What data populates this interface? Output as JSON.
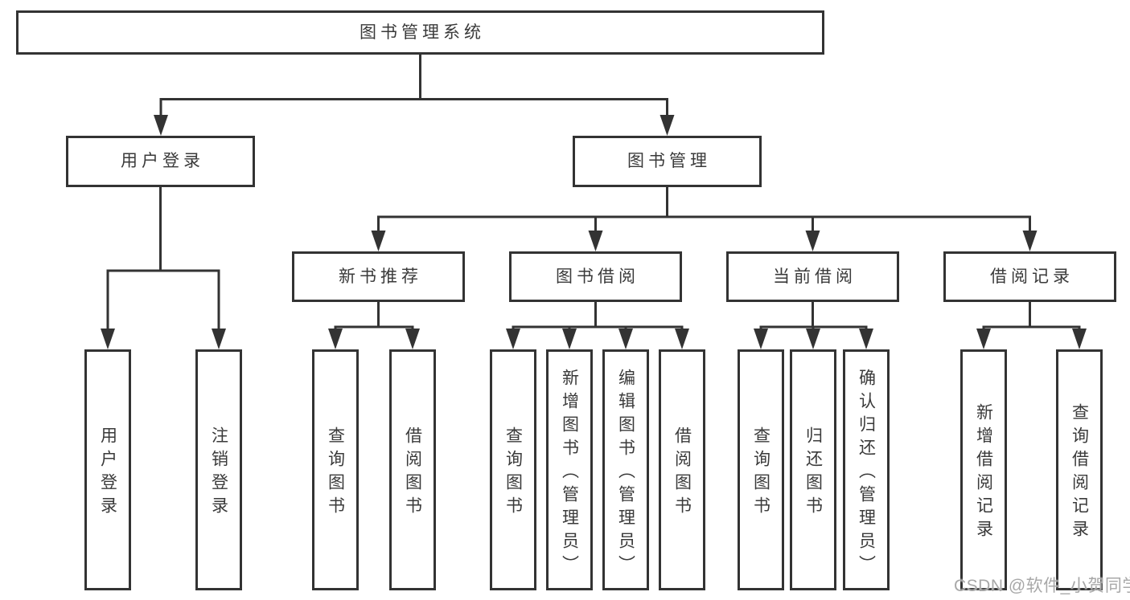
{
  "tree": {
    "label": "图书管理系统",
    "children": [
      {
        "label": "用户登录",
        "children": [
          {
            "label": "用户登录"
          },
          {
            "label": "注销登录"
          }
        ]
      },
      {
        "label": "图书管理",
        "children": [
          {
            "label": "新书推荐",
            "children": [
              {
                "label": "查询图书"
              },
              {
                "label": "借阅图书"
              }
            ]
          },
          {
            "label": "图书借阅",
            "children": [
              {
                "label": "查询图书"
              },
              {
                "label": "新增图书（管理员）"
              },
              {
                "label": "编辑图书（管理员）"
              },
              {
                "label": "借阅图书"
              }
            ]
          },
          {
            "label": "当前借阅",
            "children": [
              {
                "label": "查询图书"
              },
              {
                "label": "归还图书"
              },
              {
                "label": "确认归还（管理员）"
              }
            ]
          },
          {
            "label": "借阅记录",
            "children": [
              {
                "label": "新增借阅记录"
              },
              {
                "label": "查询借阅记录"
              }
            ]
          }
        ]
      }
    ]
  },
  "watermark": "CSDN @软件_小贺同学",
  "colors": {
    "line": "#333333",
    "box_border": "#333333",
    "box_background": "#ffffff",
    "text": "#3a3a3a",
    "watermark": "#a8a8a8",
    "page_background": "#ffffff"
  }
}
